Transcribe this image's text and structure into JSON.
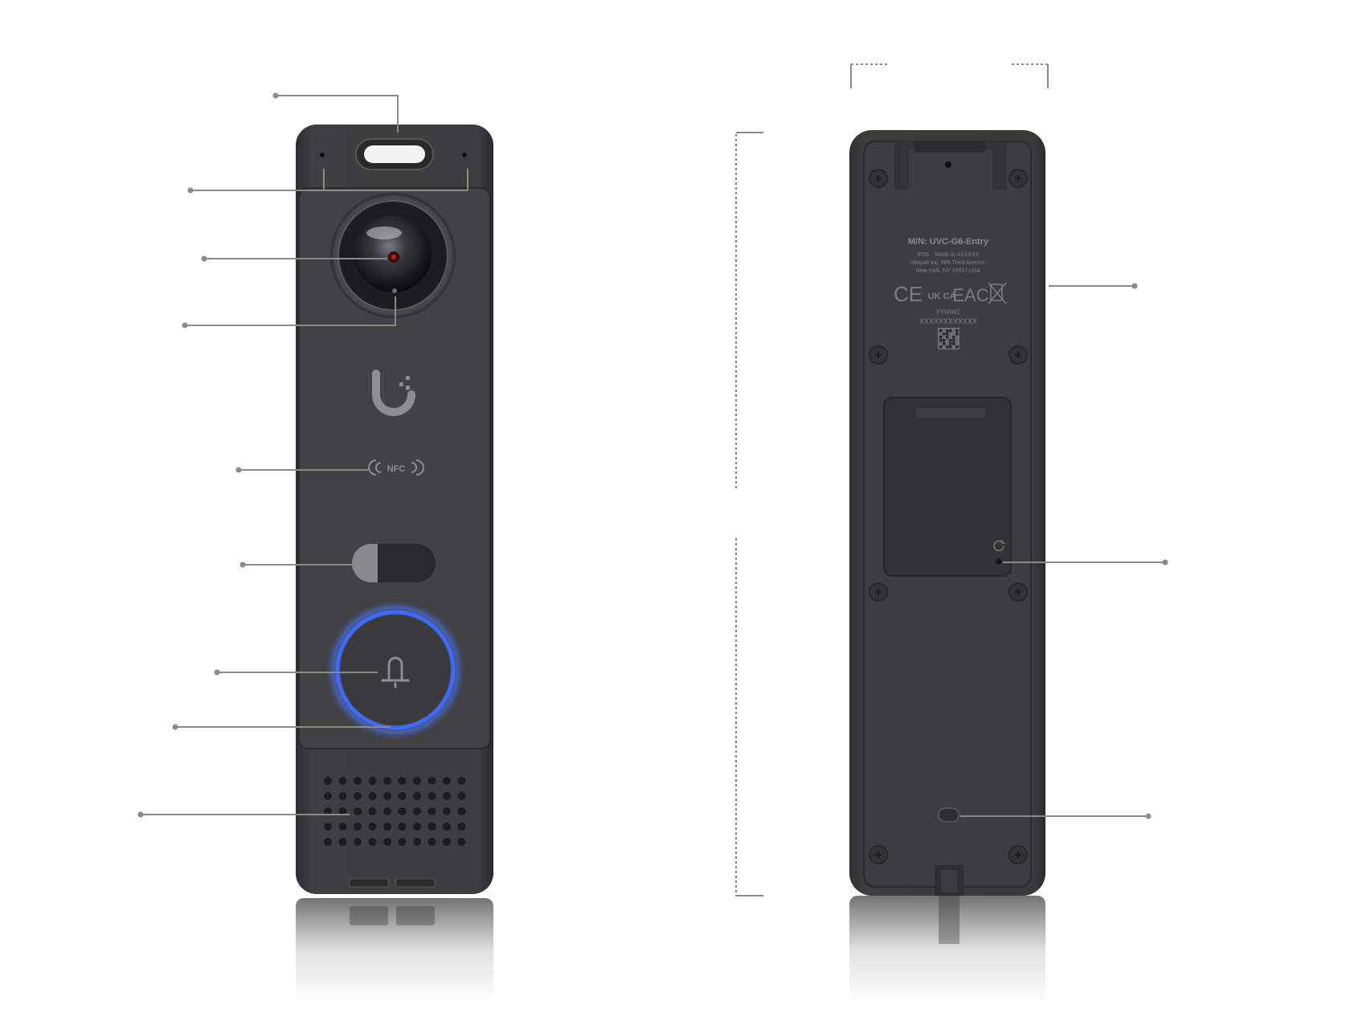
{
  "colors": {
    "background": "#ffffff",
    "body": "#3b3b3d",
    "panel": "#404042",
    "leader": "#8a8a8a",
    "ring": "#3c6cff",
    "label_text": "#8c8c8c"
  },
  "front": {
    "logo_glyph": "U",
    "nfc_text": "NFC"
  },
  "back": {
    "model": "M/N: UVC-G6-Entry",
    "rating_line": "IP55    Made in XXXXXX",
    "address_line1": "Ubiquiti Inc. 685 Third Avenue,",
    "address_line2": "New York, NY 10017 USA",
    "cert_ce": "CE",
    "cert_ukca": "UK CA",
    "cert_eac": "EAC",
    "date_code": "YYWWC",
    "serial": "XXXXXXXXXXXX"
  },
  "icons": {
    "bell": "bell-icon",
    "reset": "reset-icon",
    "nfc": "nfc-icon",
    "logo": "ubiquiti-logo-icon",
    "qr": "qr-code-icon",
    "weee": "weee-bin-icon"
  }
}
